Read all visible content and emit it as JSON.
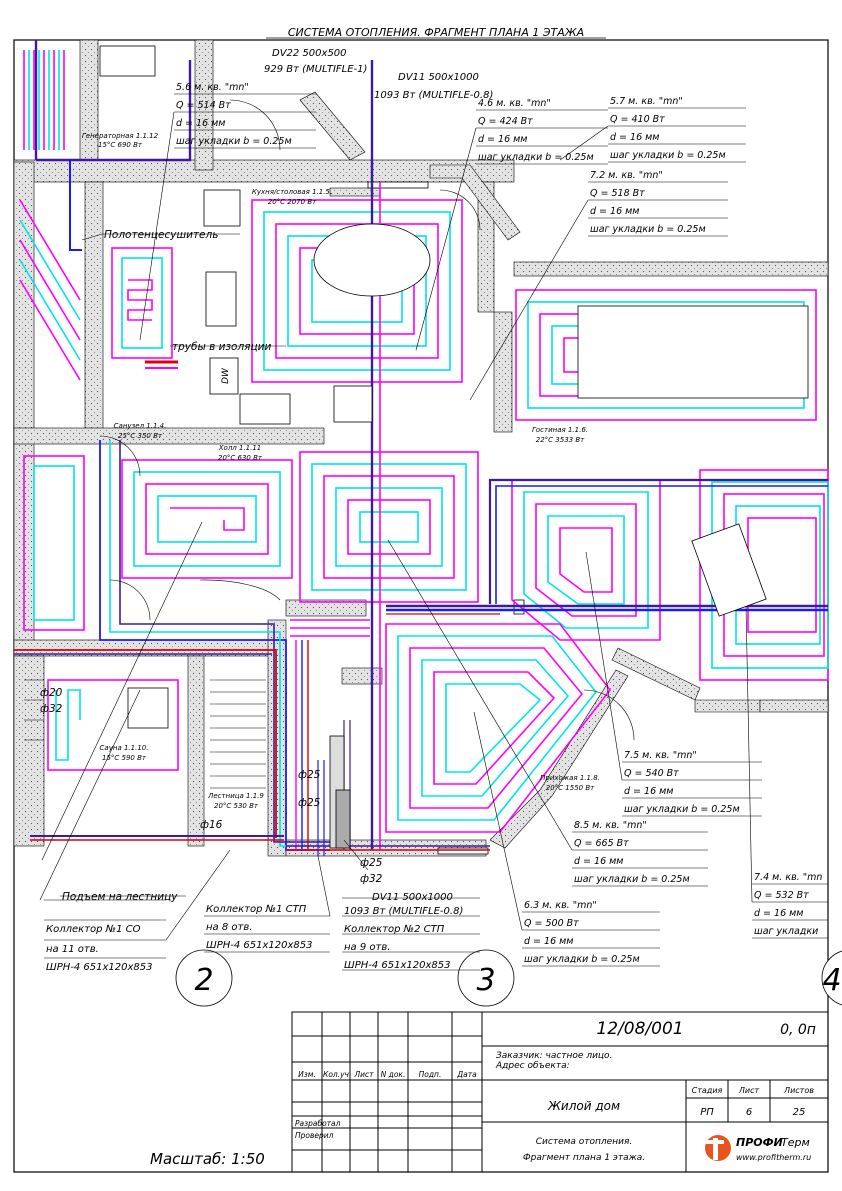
{
  "drawing_title": "СИСТЕМА ОТОПЛЕНИЯ. ФРАГМЕНТ ПЛАНА 1 ЭТАЖА",
  "rooms": [
    {
      "id": "gen",
      "name": "Генераторная 1.1.12",
      "info": "15°C 690 Вт"
    },
    {
      "id": "kitchen",
      "name": "Кухня/столовая 1.1.5.",
      "info": "20°C 2070 Вт"
    },
    {
      "id": "bath",
      "name": "Санузел 1.1.4.",
      "info": "25°C 350 Вт"
    },
    {
      "id": "hall",
      "name": "Холл 1.1.11",
      "info": "20°C 630 Вт"
    },
    {
      "id": "living",
      "name": "Гостиная 1.1.6.",
      "info": "22°C 3533 Вт"
    },
    {
      "id": "sauna",
      "name": "Сауна 1.1.10.",
      "info": "15°C 590 Вт"
    },
    {
      "id": "stairs",
      "name": "Лестница 1.1.9",
      "info": "20°C 530 Вт"
    },
    {
      "id": "entry",
      "name": "Прихожая 1.1.8.",
      "info": "20°C 1550 Вт"
    }
  ],
  "loops": [
    {
      "area": "5.6 м. кв. \"mn\"",
      "q": "Q = 514 Вт",
      "d": "d = 16 мм",
      "step": "шаг укладки b = 0.25м"
    },
    {
      "area": "4.6 м. кв. \"mn\"",
      "q": "Q = 424 Вт",
      "d": "d = 16 мм",
      "step": "шаг укладки b = 0.25м"
    },
    {
      "area": "5.7 м. кв. \"mn\"",
      "q": "Q = 410 Вт",
      "d": "d = 16 мм",
      "step": "шаг укладки b = 0.25м"
    },
    {
      "area": "7.2 м. кв. \"mn\"",
      "q": "Q = 518 Вт",
      "d": "d = 16 мм",
      "step": "шаг укладки b = 0.25м"
    },
    {
      "area": "7.5 м. кв. \"mn\"",
      "q": "Q = 540 Вт",
      "d": "d = 16 мм",
      "step": "шаг укладки b = 0.25м"
    },
    {
      "area": "8.5 м. кв. \"mn\"",
      "q": "Q = 665 Вт",
      "d": "d = 16 мм",
      "step": "шаг укладки b = 0.25м"
    },
    {
      "area": "6.3 м. кв. \"mn\"",
      "q": "Q = 500 Вт",
      "d": "d = 16 мм",
      "step": "шаг укладки b = 0.25м"
    },
    {
      "area": "7.4 м. кв. \"mn",
      "q": "Q = 532 Вт",
      "d": "d = 16 мм",
      "step": "шаг укладки"
    }
  ],
  "radiators": {
    "dv22_title": "DV22 500x500",
    "dv22_power": "929 Вт (MULTIFLE-1)",
    "dv11_top_title": "DV11 500x1000",
    "dv11_top_power": "1093 Вт (MULTIFLE-0.8)",
    "dv11_bot_title": "DV11 500x1000",
    "dv11_bot_power": "1093 Вт (MULTIFLE-0.8)"
  },
  "labels": {
    "towel": "Полотенцесушитель",
    "insulated": "трубы в изоляции",
    "dw": "DW",
    "stair_rise": "Подъем на лестницу",
    "phi20": "ф20",
    "phi32a": "ф32",
    "phi25a": "ф25",
    "phi25b": "ф25",
    "phi16": "ф16",
    "phi25c": "ф25",
    "phi32b": "ф32"
  },
  "collectors": [
    {
      "title": "Коллектор №1 СО",
      "outlets": "на 11 отв.",
      "cabinet": "ШРН-4 651x120x853"
    },
    {
      "title": "Коллектор №1 СТП",
      "outlets": "на 8 отв.",
      "cabinet": "ШРН-4 651x120x853"
    },
    {
      "title": "Коллектор №2 СТП",
      "outlets": "на 9 отв.",
      "cabinet": "ШРН-4 651x120x853"
    }
  ],
  "axes": {
    "a2": "2",
    "a3": "3",
    "a4": "4"
  },
  "title_block": {
    "doc_code": "12/08/001",
    "revision": "0, 0п",
    "customer": "Заказчик: частное лицо.",
    "address": "Адрес объекта:",
    "col_izm": "Изм.",
    "col_koluch": "Кол.уч",
    "col_list": "Лист",
    "col_ndok": "N док.",
    "col_podp": "Подп.",
    "col_data": "Дата",
    "developed": "Разработал",
    "checked": "Проверил",
    "object": "Жилой дом",
    "stage_h": "Стадия",
    "sheet_h": "Лист",
    "sheets_h": "Листов",
    "stage": "РП",
    "sheet": "6",
    "sheets": "25",
    "desc1": "Система отопления.",
    "desc2": "Фрагмент плана 1 этажа.",
    "logo_name": "ПРОФИ",
    "logo_term": "Терм",
    "logo_url": "www.profitherm.ru",
    "scale": "Масштаб: 1:50"
  },
  "colors": {
    "pipe_magenta": "#ff00ff",
    "pipe_cyan": "#00e5e5",
    "pipe_blue": "#1a1aff",
    "pipe_navy": "#3d1aa0",
    "pipe_red": "#e00000",
    "wall_fill": "#d9d9d9",
    "logo_orange": "#e8541e"
  }
}
